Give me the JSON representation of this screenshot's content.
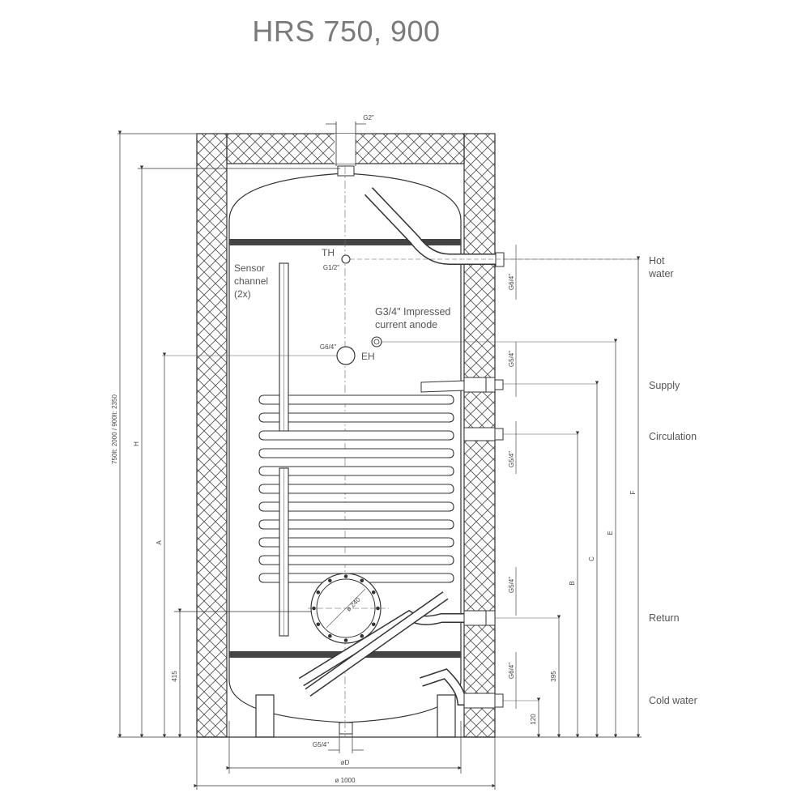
{
  "title": "HRS 750, 900",
  "labels": {
    "th": "TH",
    "th_thread": "G1/2\"",
    "top_thread": "G2\"",
    "sensor": [
      "Sensor",
      "channel",
      "(2x)"
    ],
    "anode": [
      "G3/4\" Impressed",
      "current anode"
    ],
    "eh_thread": "G6/4\"",
    "eh": "EH",
    "flange_dia": "ø 240",
    "bottom_thread": "G5/4\"",
    "dia_d": "øD",
    "dia_1000": "ø 1000"
  },
  "connections": {
    "hot_water": [
      "Hot",
      "water"
    ],
    "supply": "Supply",
    "circulation": "Circulation",
    "return": "Return",
    "cold_water": "Cold water"
  },
  "connection_threads": {
    "hot": "G6/4\"",
    "supply": "G5/4\"",
    "circulation": "G5/4\"",
    "return": "G5/4\"",
    "cold": "G6/4\""
  },
  "dimensions": {
    "total_height": "750lt: 2000 / 900lt: 2350",
    "h": "H",
    "a": "A",
    "d415": "415",
    "b": "B",
    "c": "C",
    "e": "E",
    "f": "F",
    "d395": "395",
    "d120": "120"
  }
}
